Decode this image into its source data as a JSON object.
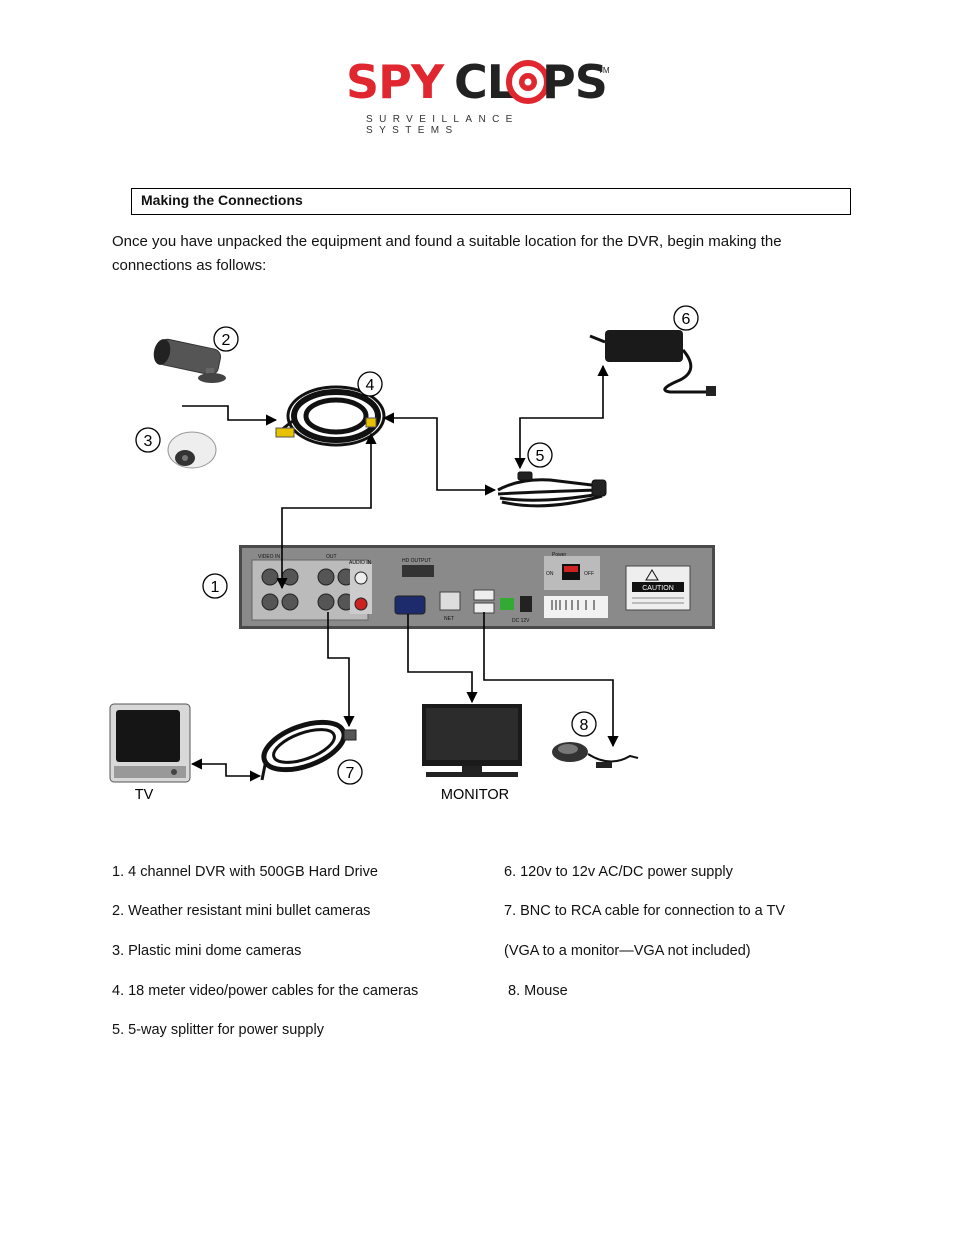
{
  "logo": {
    "brand_spy": "SPY",
    "brand_cl": "CL",
    "brand_ps": "PS",
    "trademark": "TM",
    "subtitle": "SURVEILLANCE SYSTEMS",
    "colors": {
      "red": "#e0262e",
      "dark": "#222222"
    }
  },
  "section": {
    "title": "Making the Connections"
  },
  "intro": "Once you have unpacked the equipment and found a suitable location for the DVR, begin making the connections as follows:",
  "diagram": {
    "callouts": [
      "1",
      "2",
      "3",
      "4",
      "5",
      "6",
      "7",
      "8"
    ],
    "device_labels": {
      "tv": "TV",
      "monitor": "MONITOR"
    },
    "dvr_panel_text": {
      "video_in": "VIDEO IN",
      "out": "OUT",
      "audio_in": "AUDIO IN",
      "hd_output": "HD OUTPUT",
      "net": "NET",
      "power": "Power",
      "on": "ON",
      "off": "OFF",
      "dc": "DC 12V",
      "caution": "CAUTION"
    }
  },
  "legend": {
    "left": [
      "1. 4 channel DVR with 500GB Hard Drive",
      "2. Weather resistant mini bullet cameras",
      "3. Plastic mini dome cameras",
      "4. 18 meter video/power cables for the cameras",
      "5. 5-way splitter for power supply"
    ],
    "right": [
      "6. 120v to 12v AC/DC power supply",
      "7. BNC to RCA cable for connection to a TV",
      "(VGA to a monitor—VGA not included)",
      " 8. Mouse"
    ]
  }
}
